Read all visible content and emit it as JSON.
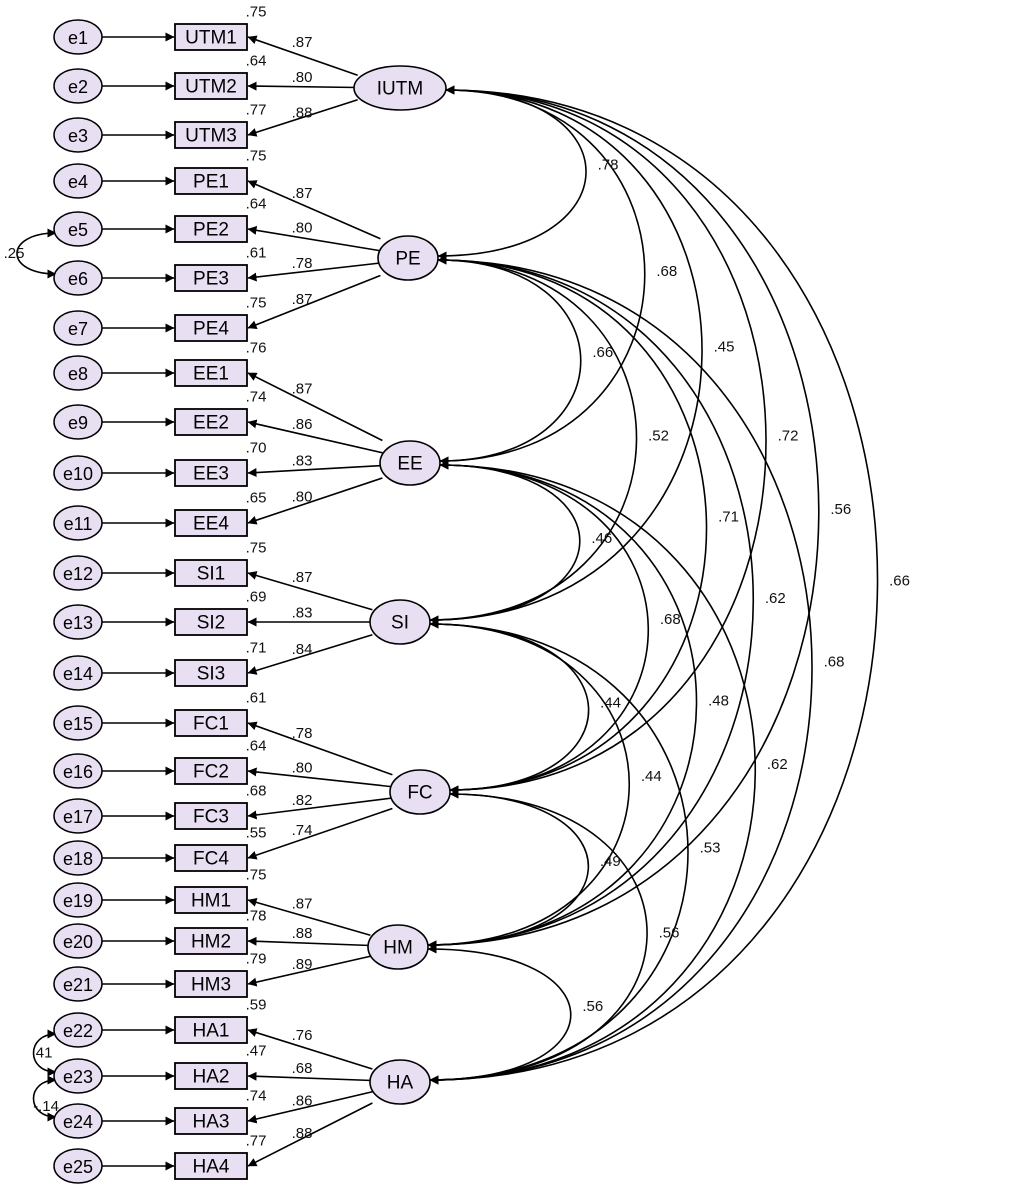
{
  "colors": {
    "node_fill": "#e9dff3",
    "stroke": "#000000",
    "background": "#ffffff"
  },
  "errors": [
    "e1",
    "e2",
    "e3",
    "e4",
    "e5",
    "e6",
    "e7",
    "e8",
    "e9",
    "e10",
    "e11",
    "e12",
    "e13",
    "e14",
    "e15",
    "e16",
    "e17",
    "e18",
    "e19",
    "e20",
    "e21",
    "e22",
    "e23",
    "e24",
    "e25"
  ],
  "indicators": [
    "UTM1",
    "UTM2",
    "UTM3",
    "PE1",
    "PE2",
    "PE3",
    "PE4",
    "EE1",
    "EE2",
    "EE3",
    "EE4",
    "SI1",
    "SI2",
    "SI3",
    "FC1",
    "FC2",
    "FC3",
    "FC4",
    "HM1",
    "HM2",
    "HM3",
    "HA1",
    "HA2",
    "HA3",
    "HA4"
  ],
  "r_squared": [
    ".75",
    ".64",
    ".77",
    ".75",
    ".64",
    ".61",
    ".75",
    ".76",
    ".74",
    ".70",
    ".65",
    ".75",
    ".69",
    ".71",
    ".61",
    ".64",
    ".68",
    ".55",
    ".75",
    ".78",
    ".79",
    ".59",
    ".47",
    ".74",
    ".77"
  ],
  "constructs": [
    {
      "id": "IUTM",
      "loadings": [
        ".87",
        ".80",
        ".88"
      ]
    },
    {
      "id": "PE",
      "loadings": [
        ".87",
        ".80",
        ".78",
        ".87"
      ]
    },
    {
      "id": "EE",
      "loadings": [
        ".87",
        ".86",
        ".83",
        ".80"
      ]
    },
    {
      "id": "SI",
      "loadings": [
        ".87",
        ".83",
        ".84"
      ]
    },
    {
      "id": "FC",
      "loadings": [
        ".78",
        ".80",
        ".82",
        ".74"
      ]
    },
    {
      "id": "HM",
      "loadings": [
        ".87",
        ".88",
        ".89"
      ]
    },
    {
      "id": "HA",
      "loadings": [
        ".76",
        ".68",
        ".86",
        ".88"
      ]
    }
  ],
  "correlations": [
    {
      "from": "IUTM",
      "to": "PE",
      "value": ".78"
    },
    {
      "from": "IUTM",
      "to": "EE",
      "value": ".68"
    },
    {
      "from": "IUTM",
      "to": "SI",
      "value": ".45"
    },
    {
      "from": "IUTM",
      "to": "FC",
      "value": ".72"
    },
    {
      "from": "IUTM",
      "to": "HM",
      "value": ".56"
    },
    {
      "from": "IUTM",
      "to": "HA",
      "value": ".66"
    },
    {
      "from": "PE",
      "to": "EE",
      "value": ".66"
    },
    {
      "from": "PE",
      "to": "SI",
      "value": ".52"
    },
    {
      "from": "PE",
      "to": "FC",
      "value": ".71"
    },
    {
      "from": "PE",
      "to": "HM",
      "value": ".62"
    },
    {
      "from": "PE",
      "to": "HA",
      "value": ".68"
    },
    {
      "from": "EE",
      "to": "SI",
      "value": ".46"
    },
    {
      "from": "EE",
      "to": "FC",
      "value": ".68"
    },
    {
      "from": "EE",
      "to": "HM",
      "value": ".48"
    },
    {
      "from": "EE",
      "to": "HA",
      "value": ".62"
    },
    {
      "from": "SI",
      "to": "FC",
      "value": ".44"
    },
    {
      "from": "SI",
      "to": "HM",
      "value": ".44"
    },
    {
      "from": "SI",
      "to": "HA",
      "value": ".53"
    },
    {
      "from": "FC",
      "to": "HM",
      "value": ".49"
    },
    {
      "from": "FC",
      "to": "HA",
      "value": ".56"
    },
    {
      "from": "HM",
      "to": "HA",
      "value": ".56"
    }
  ],
  "error_covariances": [
    {
      "from": "e5",
      "to": "e6",
      "value": ".25"
    },
    {
      "from": "e22",
      "to": "e23",
      "value": ".41"
    },
    {
      "from": "e23",
      "to": "e24",
      "value": "-.14"
    }
  ]
}
